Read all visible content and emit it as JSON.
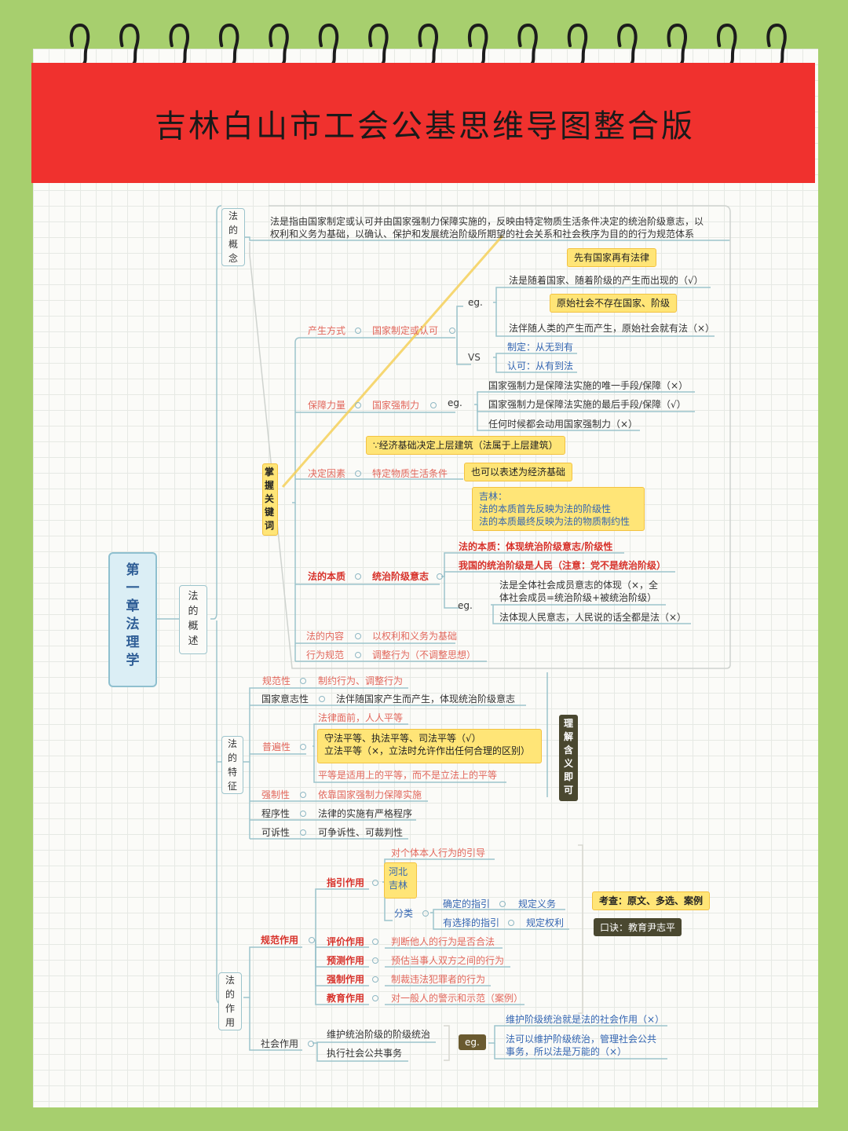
{
  "banner": {
    "title": "吉林白山市工会公基思维导图整合版"
  },
  "colors": {
    "background": "#a7cf6e",
    "banner": "#f0312e",
    "highlight": "#ffe577",
    "branch_line": "#9cc4cc",
    "red_text": "#d7312a"
  },
  "root": {
    "chapter": "第一章　法理学",
    "branch": "法的概述"
  },
  "concept": {
    "label": "法的概念",
    "definition_1": "法是指由国家制定或认可并由国家强制力保障实施的，反映由特定物质生活条件决定的统治阶级意志，以",
    "definition_2": "权利和义务为基础，以确认、保护和发展统治阶级所期望的社会关系和社会秩序为目的的行为规范体系"
  },
  "keywords": {
    "label": "掌握关键词",
    "production": {
      "label": "产生方式",
      "value": "国家制定或认可",
      "box": "先有国家再有法律",
      "eg": "eg.",
      "eg_1": "法是随着国家、随着阶级的产生而出现的（√）",
      "box2": "原始社会不存在国家、阶级",
      "eg_2": "法伴随人类的产生而产生，原始社会就有法（×）",
      "vs": "VS",
      "vs_1": "制定：从无到有",
      "vs_2": "认可：从有到法"
    },
    "force": {
      "label": "保障力量",
      "value": "国家强制力",
      "eg": "eg.",
      "items": [
        "国家强制力是保障法实施的唯一手段/保障（×）",
        "国家强制力是保障法实施的最后手段/保障（√）",
        "任何时候都会动用国家强制力（×）"
      ]
    },
    "decisive": {
      "label": "决定因素",
      "value": "特定物质生活条件",
      "box_top": "∵经济基础决定上层建筑（法属于上层建筑）",
      "box_mid": "也可以表述为经济基础",
      "box_note": [
        "吉林：",
        "法的本质首先反映为法的阶级性",
        "法的本质最终反映为法的物质制约性"
      ]
    },
    "essence": {
      "label": "法的本质",
      "value": "统治阶级意志",
      "item_1": "法的本质：体现统治阶级意志/阶级性",
      "item_2": "我国的统治阶级是人民（注意：党不是统治阶级）",
      "eg": "eg.",
      "eg_1a": "法是全体社会成员意志的体现（×，全",
      "eg_1b": "体社会成员=统治阶级+被统治阶级）",
      "eg_2": "法体现人民意志，人民说的话全都是法（×）"
    },
    "content": {
      "label": "法的内容",
      "value": "以权利和义务为基础"
    },
    "behavior": {
      "label": "行为规范",
      "value": "调整行为（不调整思想）"
    }
  },
  "features": {
    "label": "法的特征",
    "side_note": "理解含义即可",
    "normative": {
      "label": "规范性",
      "value": "制约行为、调整行为"
    },
    "national": {
      "label": "国家意志性",
      "value": "法伴随国家产生而产生，体现统治阶级意志"
    },
    "universal": {
      "label": "普遍性",
      "top": "法律面前，人人平等",
      "box_1": "守法平等、执法平等、司法平等（√）",
      "box_2": "立法平等（×，立法时允许作出任何合理的区别）",
      "bottom": "平等是适用上的平等，而不是立法上的平等"
    },
    "coercive": {
      "label": "强制性",
      "value": "依靠国家强制力保障实施"
    },
    "procedural": {
      "label": "程序性",
      "value": "法律的实施有严格程序"
    },
    "litigable": {
      "label": "可诉性",
      "value": "可争诉性、可裁判性"
    }
  },
  "functions": {
    "label": "法的作用",
    "normative": {
      "label": "规范作用",
      "guide": {
        "label": "指引作用",
        "top": "对个体本人行为的引导",
        "box": "河北吉林",
        "classify": "分类",
        "definite": "确定的指引",
        "definite_v": "规定义务",
        "optional": "有选择的指引",
        "optional_v": "规定权利"
      },
      "evaluate": {
        "label": "评价作用",
        "value": "判断他人的行为是否合法"
      },
      "predict": {
        "label": "预测作用",
        "value": "预估当事人双方之间的行为"
      },
      "enforce": {
        "label": "强制作用",
        "value": "制裁违法犯罪者的行为"
      },
      "educate": {
        "label": "教育作用",
        "value": "对一般人的警示和示范（案例）"
      }
    },
    "exam": {
      "label": "考查：原文、多选、案例",
      "mnemonic": "口诀：教育尹志平"
    },
    "social": {
      "label": "社会作用",
      "item_1": "维护统治阶级的阶级统治",
      "item_2": "执行社会公共事务",
      "eg": "eg.",
      "eg_1": "维护阶级统治就是法的社会作用（×）",
      "eg_2a": "法可以维护阶级统治，管理社会公共",
      "eg_2b": "事务，所以法是万能的（×）"
    }
  }
}
